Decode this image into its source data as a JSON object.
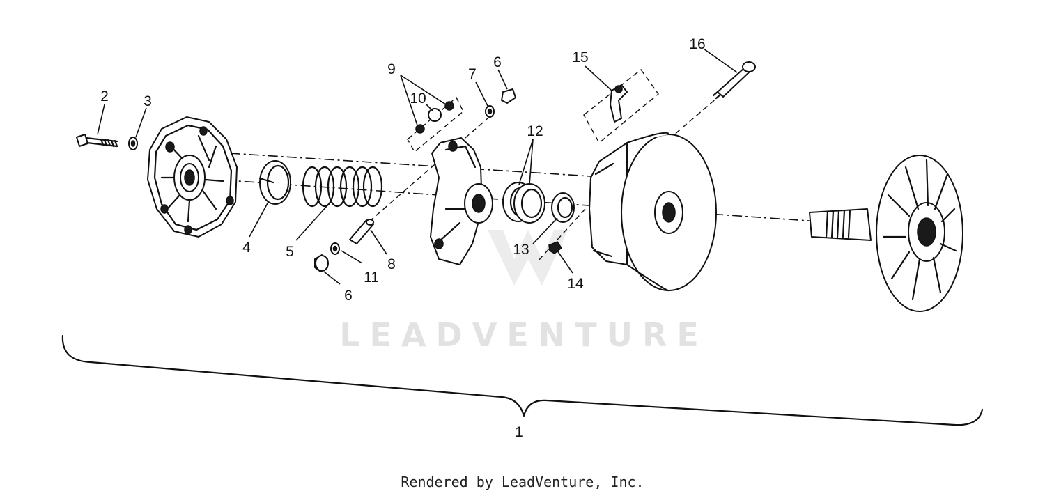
{
  "callouts": {
    "c1": "1",
    "c2": "2",
    "c3": "3",
    "c4": "4",
    "c5": "5",
    "c6a": "6",
    "c6b": "6",
    "c7": "7",
    "c8": "8",
    "c9": "9",
    "c10": "10",
    "c11": "11",
    "c12": "12",
    "c13": "13",
    "c14": "14",
    "c15": "15",
    "c16": "16"
  },
  "watermark": {
    "text": "LEADVENTURE"
  },
  "footer": {
    "credit": "Rendered by LeadVenture, Inc."
  },
  "colors": {
    "ink": "#111111",
    "watermark": "#e2e2e2",
    "background": "#ffffff"
  }
}
